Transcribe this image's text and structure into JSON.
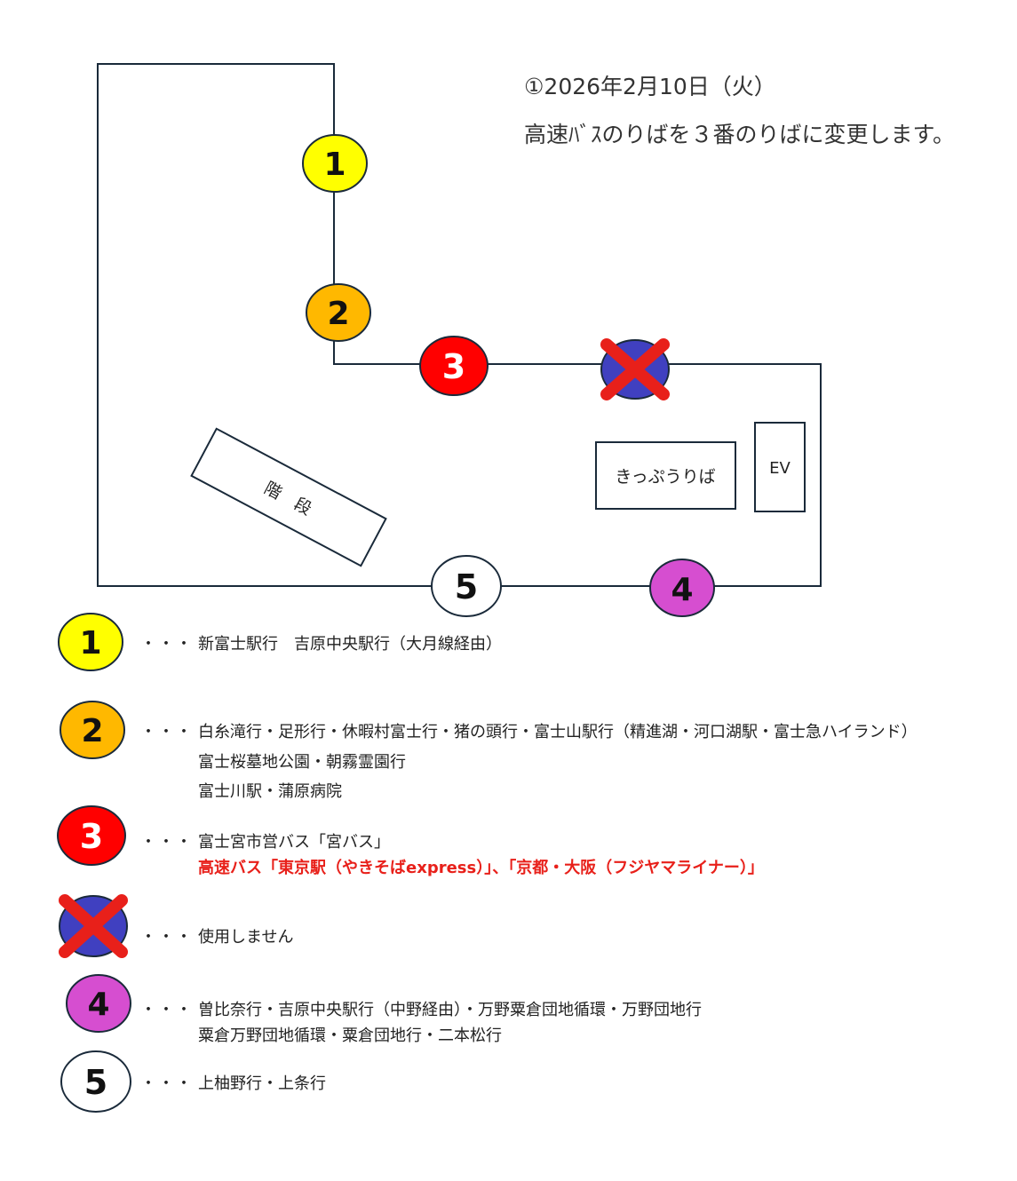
{
  "notice": {
    "date_line": "①2026年2月10日（火）",
    "message_line": "高速ﾊﾞｽのりばを３番のりばに変更します。"
  },
  "map": {
    "stairs_label": "階　段",
    "ticket_label": "きっぷうりば",
    "ev_label": "EV",
    "stops": [
      {
        "number": "1",
        "color": "#ffff00"
      },
      {
        "number": "2",
        "color": "#ffb800"
      },
      {
        "number": "3",
        "color": "#ff0000"
      },
      {
        "number": "",
        "color": "#4040c0",
        "crossed": true
      },
      {
        "number": "4",
        "color": "#d64ed0"
      },
      {
        "number": "5",
        "color": "#ffffff"
      }
    ]
  },
  "legend": [
    {
      "number": "1",
      "color": "#ffff00",
      "dots": "・・・",
      "lines": [
        "新富士駅行　吉原中央駅行（大月線経由）"
      ]
    },
    {
      "number": "2",
      "color": "#ffb800",
      "dots": "・・・",
      "lines": [
        "白糸滝行・足形行・休暇村富士行・猪の頭行・富士山駅行（精進湖・河口湖駅・富士急ハイランド）",
        "富士桜墓地公園・朝霧霊園行",
        "富士川駅・蒲原病院"
      ]
    },
    {
      "number": "3",
      "color": "#ff0000",
      "dots": "・・・",
      "lines": [
        "富士宮市営バス「宮バス」"
      ],
      "highlight": "高速バス「東京駅（やきそばexpress）」、「京都・大阪（フジヤマライナー）」"
    },
    {
      "number": "",
      "color": "#4040c0",
      "dots": "・・・",
      "lines": [
        "使用しません"
      ]
    },
    {
      "number": "4",
      "color": "#d64ed0",
      "dots": "・・・",
      "lines": [
        "曽比奈行・吉原中央駅行（中野経由）・万野粟倉団地循環・万野団地行",
        "粟倉万野団地循環・粟倉団地行・二本松行"
      ]
    },
    {
      "number": "5",
      "color": "#ffffff",
      "dots": "・・・",
      "lines": [
        "上柚野行・上条行"
      ]
    }
  ]
}
